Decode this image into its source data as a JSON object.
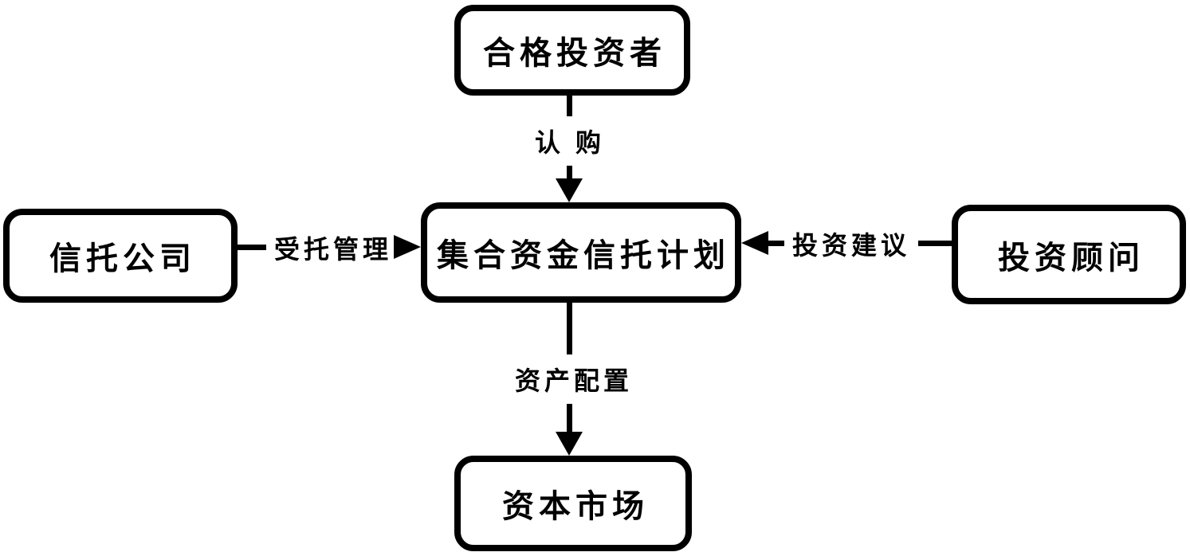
{
  "nodes": {
    "qualified_investor": {
      "label": "合格投资者"
    },
    "trust_company": {
      "label": "信托公司"
    },
    "trust_plan": {
      "label": "集合资金信托计划"
    },
    "investment_advisor": {
      "label": "投资顾问"
    },
    "capital_market": {
      "label": "资本市场"
    }
  },
  "edges": {
    "subscription": {
      "label": "认 购",
      "from": "合格投资者",
      "to": "集合资金信托计划",
      "direction": "down"
    },
    "entrusted_management": {
      "label": "受托管理",
      "from": "信托公司",
      "to": "集合资金信托计划",
      "direction": "right"
    },
    "investment_advice": {
      "label": "投资建议",
      "from": "投资顾问",
      "to": "集合资金信托计划",
      "direction": "left"
    },
    "asset_allocation": {
      "label": "资产配置",
      "from": "集合资金信托计划",
      "to": "资本市场",
      "direction": "down"
    }
  },
  "colors": {
    "line": "#000000",
    "text": "#000000",
    "box_fill": "#ffffff",
    "background": "#ffffff"
  }
}
